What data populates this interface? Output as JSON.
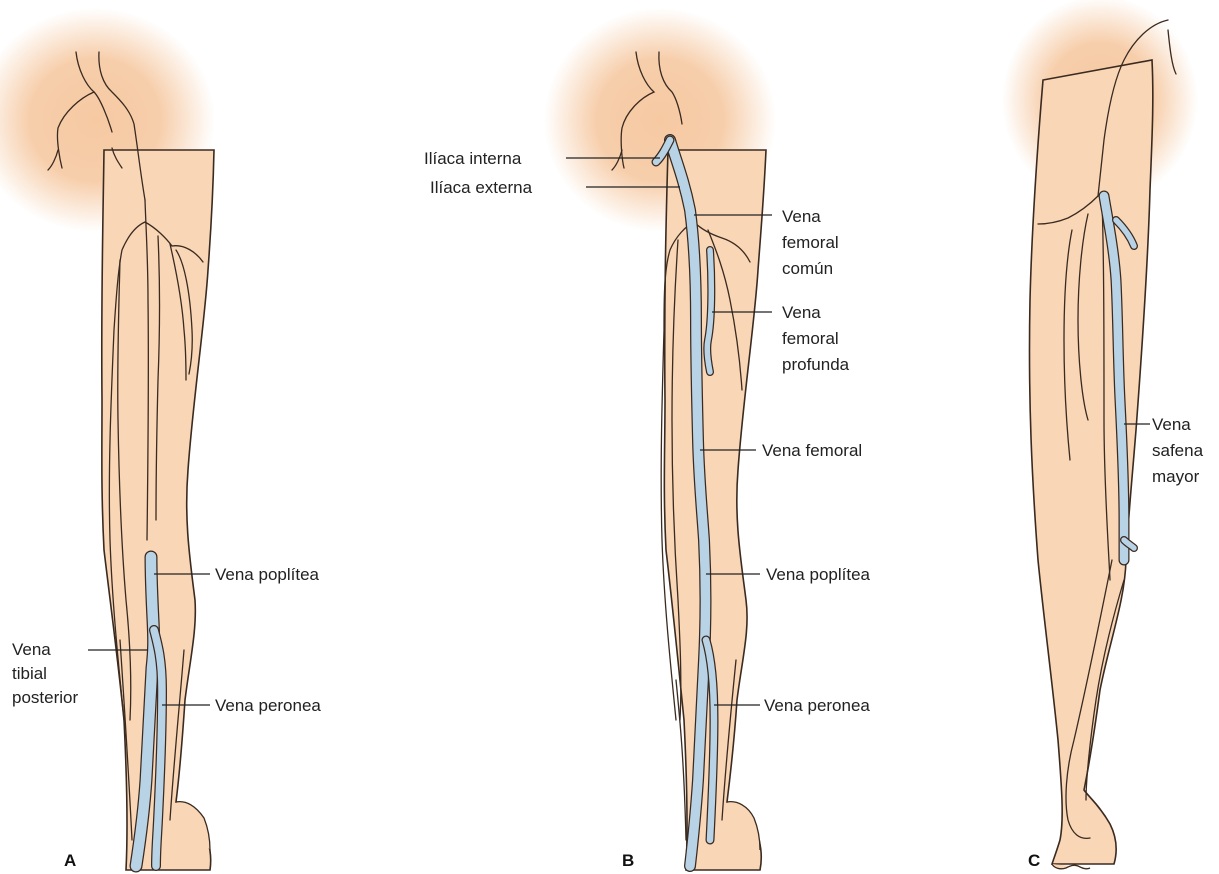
{
  "colors": {
    "skin": "#f8d6b6",
    "skin_glow": "#f6c9a2",
    "outline": "#3a2a20",
    "vein": "#b8d3e6",
    "vein_stroke": "#3a2a20"
  },
  "panels": [
    {
      "letter": "A",
      "labels": {
        "poplitea": "Vena poplítea",
        "tibial_1": "Vena",
        "tibial_2": "tibial",
        "tibial_3": "posterior",
        "peronea": "Vena peronea"
      }
    },
    {
      "letter": "B",
      "labels": {
        "iliaca_interna": "Ilíaca interna",
        "iliaca_externa": "Ilíaca externa",
        "femoral_comun_1": "Vena",
        "femoral_comun_2": "femoral",
        "femoral_comun_3": "común",
        "femoral_profunda_1": "Vena",
        "femoral_profunda_2": "femoral",
        "femoral_profunda_3": "profunda",
        "femoral": "Vena femoral",
        "poplitea": "Vena poplítea",
        "peronea": "Vena peronea"
      }
    },
    {
      "letter": "C",
      "labels": {
        "safena_1": "Vena",
        "safena_2": "safena",
        "safena_3": "mayor"
      }
    }
  ]
}
